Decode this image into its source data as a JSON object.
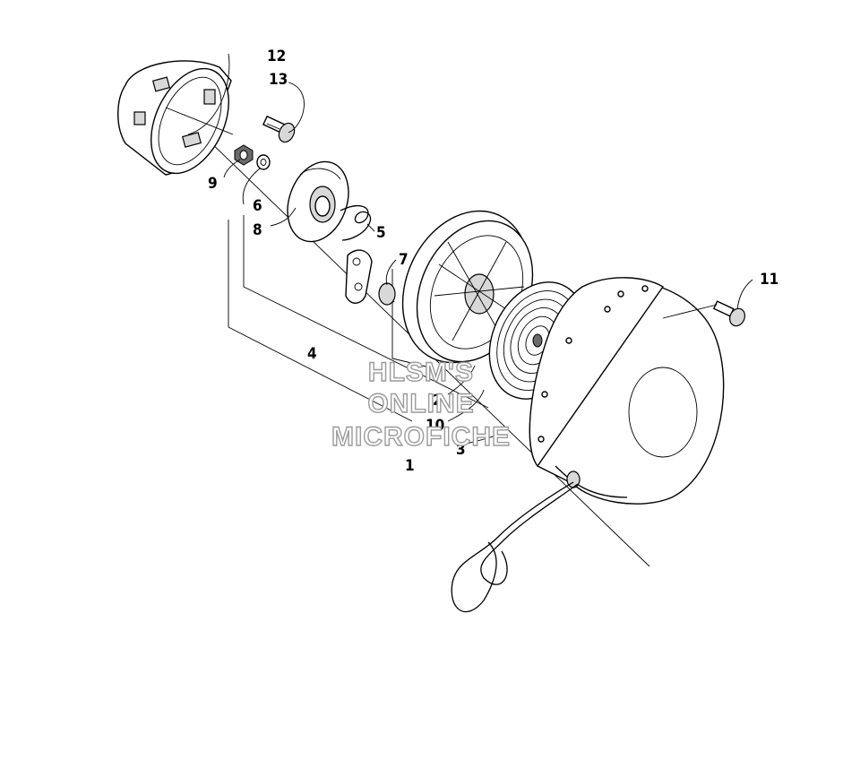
{
  "callouts": {
    "c1": "1",
    "c2": "2",
    "c3": "3",
    "c4": "4",
    "c5": "5",
    "c6": "6",
    "c7": "7",
    "c8": "8",
    "c9": "9",
    "c10": "10",
    "c11": "11",
    "c12": "12",
    "c13": "13"
  },
  "watermark": {
    "line1": "HLSM'S",
    "line2": "ONLINE",
    "line3": "MICROFICHE"
  }
}
